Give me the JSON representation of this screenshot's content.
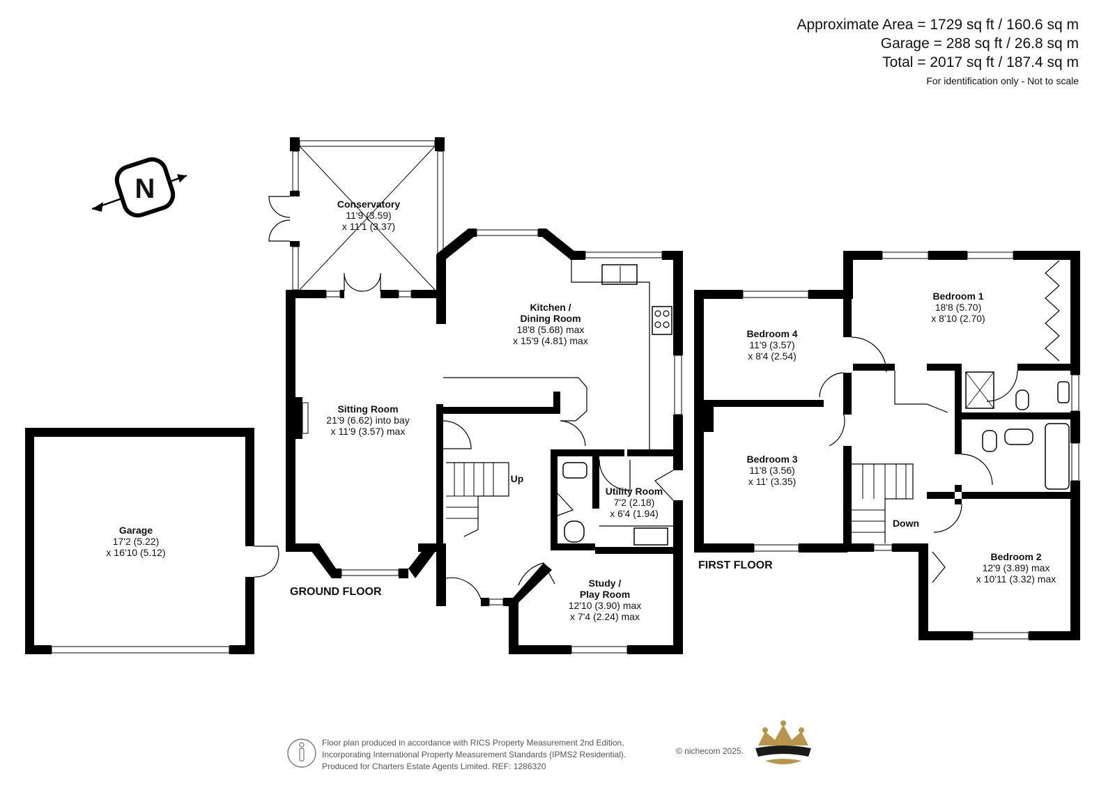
{
  "area": {
    "approx": "Approximate Area = 1729 sq ft / 160.6 sq m",
    "garage": "Garage = 288 sq ft / 26.8 sq m",
    "total": "Total = 2017 sq ft / 187.4 sq m",
    "note": "For identification only - Not to scale"
  },
  "compass": {
    "label": "N"
  },
  "floors": {
    "ground": "GROUND FLOOR",
    "first": "FIRST FLOOR"
  },
  "stairs": {
    "up": "Up",
    "down": "Down"
  },
  "rooms": {
    "garage": {
      "name": "Garage",
      "d1": "17'2 (5.22)",
      "d2": "x 16'10 (5.12)"
    },
    "conservatory": {
      "name": "Conservatory",
      "d1": "11'9 (3.59)",
      "d2": "x 11'1 (3.37)"
    },
    "kitchen": {
      "name1": "Kitchen /",
      "name2": "Dining Room",
      "d1": "18'8 (5.68) max",
      "d2": "x 15'9 (4.81) max"
    },
    "sitting": {
      "name": "Sitting Room",
      "d1": "21'9 (6.62) into bay",
      "d2": "x 11'9 (3.57) max"
    },
    "utility": {
      "name": "Utility Room",
      "d1": "7'2 (2.18)",
      "d2": "x 6'4 (1.94)"
    },
    "study": {
      "name1": "Study /",
      "name2": "Play Room",
      "d1": "12'10 (3.90) max",
      "d2": "x 7'4 (2.24) max"
    },
    "bedroom1": {
      "name": "Bedroom 1",
      "d1": "18'8 (5.70)",
      "d2": "x 8'10 (2.70)"
    },
    "bedroom2": {
      "name": "Bedroom 2",
      "d1": "12'9 (3.89) max",
      "d2": "x 10'11 (3.32) max"
    },
    "bedroom3": {
      "name": "Bedroom 3",
      "d1": "11'8 (3.56)",
      "d2": "x 11' (3.35)"
    },
    "bedroom4": {
      "name": "Bedroom 4",
      "d1": "11'9 (3.57)",
      "d2": "x 8'4 (2.54)"
    }
  },
  "footer": {
    "line1": "Floor plan produced in accordance with RICS Property Measurement 2nd Edition,",
    "line2": "Incorporating International Property Measurement Standards (IPMS2 Residential).",
    "line3": "Produced for Charters Estate Agents Limited.   REF: 1286320",
    "brand": "© nichecom 2025."
  },
  "colors": {
    "wall": "#000000",
    "logo_gold": "#b8954a",
    "logo_dark": "#1a1a1a"
  }
}
